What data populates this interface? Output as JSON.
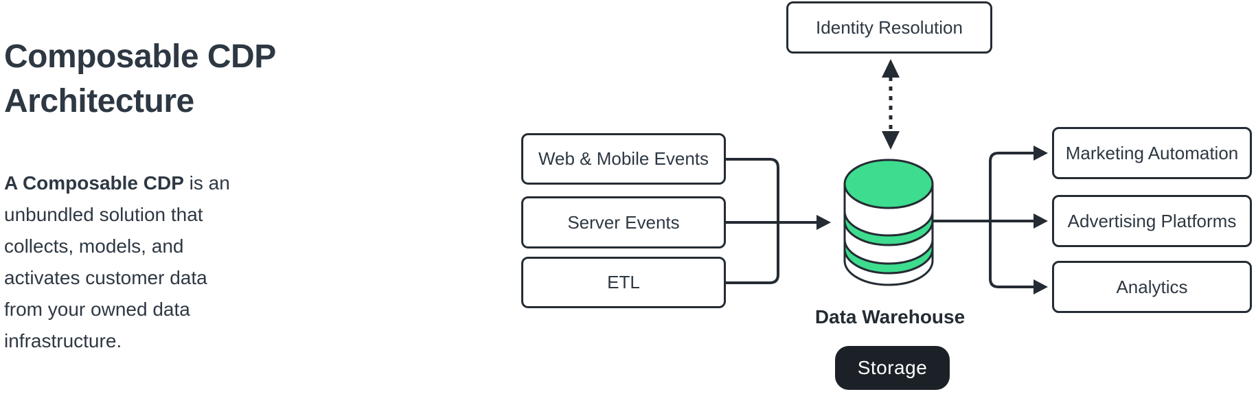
{
  "colors": {
    "background": "#ffffff",
    "ink": "#242b33",
    "text": "#2e3843",
    "node_fill": "#ffffff",
    "accent_green": "#3edc8e",
    "storage_fill": "#1c2127",
    "storage_text": "#ffffff"
  },
  "intro": {
    "title": "Composable CDP\nArchitecture",
    "description_lead": "A Composable CDP",
    "description_rest": " is an\nunbundled solution that\ncollects, models, and\nactivates customer data\nfrom your owned data\ninfrastructure."
  },
  "diagram": {
    "identity_resolution_label": "Identity Resolution",
    "sources": [
      "Web & Mobile Events",
      "Server Events",
      "ETL"
    ],
    "warehouse_label": "Data Warehouse",
    "storage_label": "Storage",
    "destinations": [
      "Marketing Automation",
      "Advertising Platforms",
      "Analytics"
    ],
    "icons": {
      "warehouse": "database-cylinder-icon",
      "identity_link": "dashed-double-arrow-icon",
      "source_merge": "merge-arrow-icon",
      "destination_fanout": "fan-out-arrows-icon"
    }
  }
}
